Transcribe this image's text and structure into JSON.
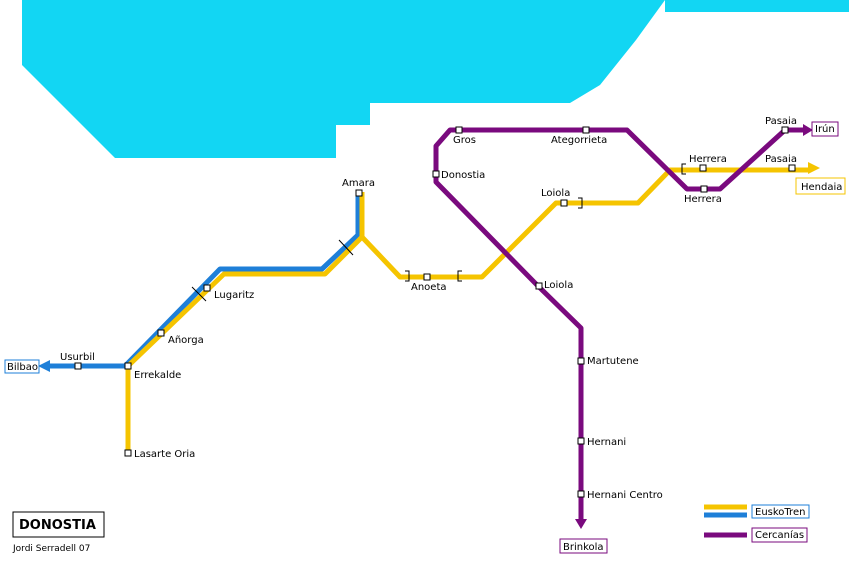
{
  "title": "DONOSTIA",
  "credit": "Jordi Serradell 07",
  "colors": {
    "sea": "#12d6f3",
    "eusko_yellow": "#f5c400",
    "eusko_blue": "#1e7fd8",
    "cercanias": "#7a0a7e"
  },
  "legend": {
    "euskotren": "EuskoTren",
    "cercanias": "Cercanías"
  },
  "destinations": {
    "bilbao": "Bilbao",
    "irun": "Irún",
    "hendaia": "Hendaia",
    "brinkola": "Brinkola"
  },
  "stations": {
    "usurbil": "Usurbil",
    "errekalde": "Errekalde",
    "lasarte": "Lasarte Oria",
    "anorga": "Añorga",
    "lugaritz": "Lugaritz",
    "amara": "Amara",
    "anoeta": "Anoeta",
    "loiola_eusko": "Loiola",
    "herrera_eusko": "Herrera",
    "pasaia_eusko": "Pasaia",
    "gros": "Gros",
    "ategorrieta": "Ategorrieta",
    "herrera_renfe": "Herrera",
    "pasaia_renfe": "Pasaia",
    "donostia": "Donostia",
    "loiola_renfe": "Loiola",
    "martutene": "Martutene",
    "hernani": "Hernani",
    "hernani_centro": "Hernani Centro"
  }
}
